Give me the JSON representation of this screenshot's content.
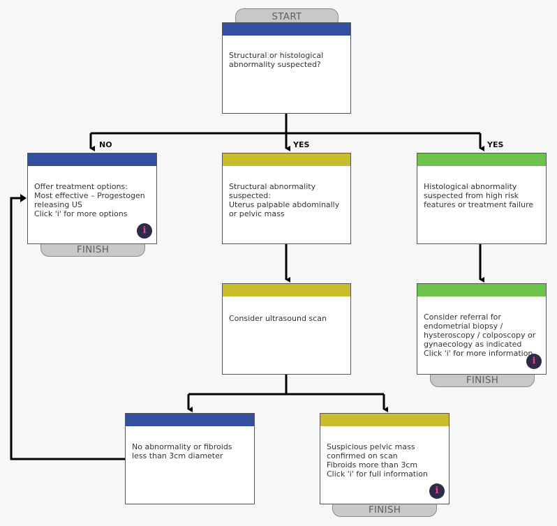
{
  "labels": {
    "start": "START",
    "finish": "FINISH",
    "no": "NO",
    "yes": "YES"
  },
  "nodes": {
    "start_question": "Structural or histological abnormality suspected?",
    "treatment_options": "Offer treatment options:\nMost effective – Progestogen releasing US\nClick 'i' for more options",
    "structural": "Structural abnormality suspected:\nUterus palpable abdominally or pelvic mass",
    "histological": "Histological abnormality suspected from high risk features or treatment failure",
    "ultrasound": "Consider ultrasound scan",
    "referral": "Consider referral for endometrial biopsy / hysteroscopy / colposcopy or gynaecology as indicated\nClick 'i' for more information",
    "no_abnormality": "No abnormality or fibroids less than 3cm diameter",
    "suspicious_mass": "Suspicious pelvic mass confirmed on scan\nFibroids more than 3cm\nClick 'i' for full information"
  },
  "info_glyph": "i",
  "colors": {
    "blue": "#33509e",
    "yellow": "#c9bd2d",
    "green": "#6cc24a",
    "info_bg": "#2d2a4a",
    "info_fg": "#e5498a"
  }
}
